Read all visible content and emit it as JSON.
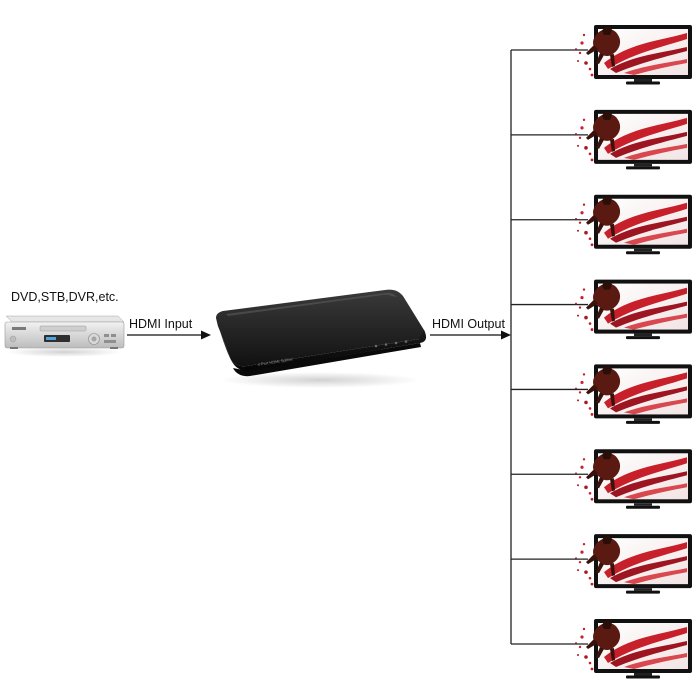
{
  "source_device": {
    "label": "DVD,STB,DVR,etc.",
    "icon": "dvd-player-icon"
  },
  "input_link": {
    "label": "HDMI Input"
  },
  "splitter": {
    "icon": "hdmi-splitter-icon",
    "body_color": "#1c1c1c"
  },
  "output_link": {
    "label": "HDMI Output"
  },
  "displays": {
    "count": 8,
    "icon": "tv-screen-icon",
    "accent_color": "#c8202a"
  }
}
